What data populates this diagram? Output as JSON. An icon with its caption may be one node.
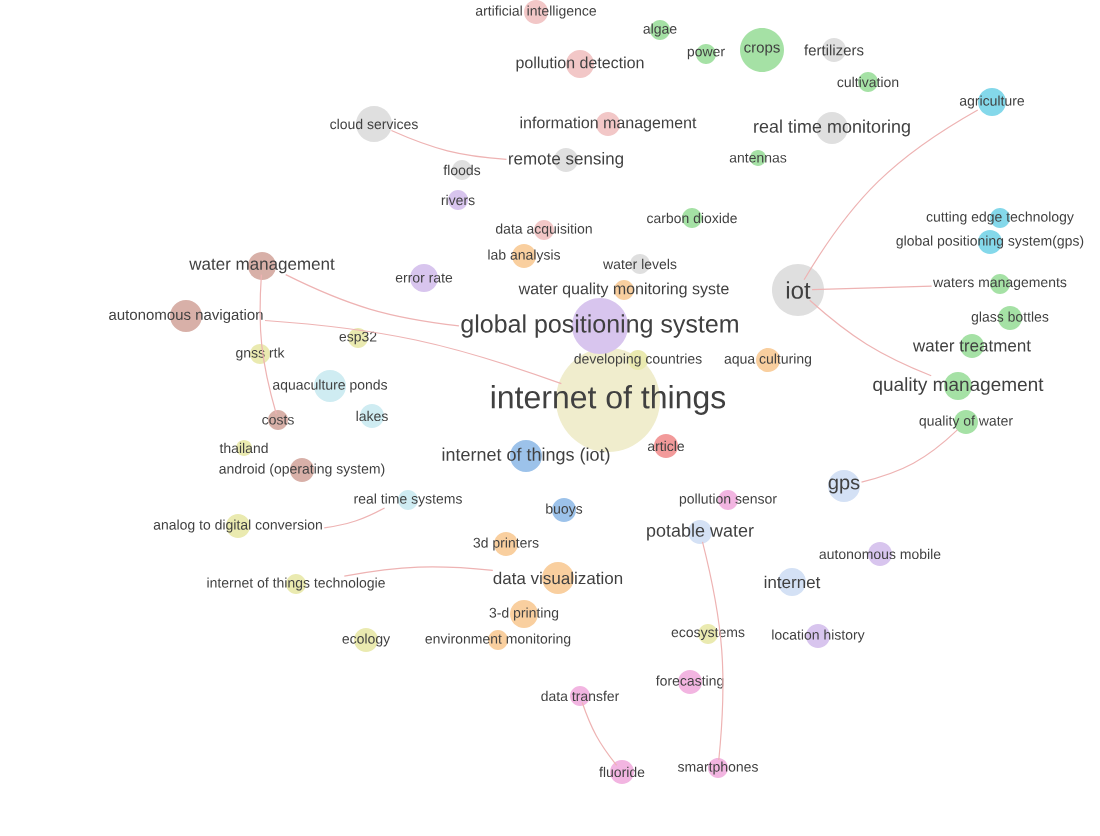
{
  "diagram": {
    "nodes": [
      {
        "text": [
          "artificial intelligence"
        ]
      },
      {
        "text": [
          "algae"
        ]
      },
      {
        "text": [
          "power"
        ]
      },
      {
        "text": [
          "crops"
        ]
      },
      {
        "text": [
          "fertilizers"
        ]
      },
      {
        "text": [
          "pollution detection"
        ]
      },
      {
        "text": [
          "cultivation"
        ]
      },
      {
        "text": [
          "agriculture"
        ]
      },
      {
        "text": [
          "cloud services"
        ]
      },
      {
        "text": [
          "information management"
        ]
      },
      {
        "text": [
          "real time monitoring"
        ]
      },
      {
        "text": [
          "remote sensing"
        ]
      },
      {
        "text": [
          "antennas"
        ]
      },
      {
        "text": [
          "floods"
        ]
      },
      {
        "text": [
          "rivers"
        ]
      },
      {
        "text": [
          "carbon dioxide"
        ]
      },
      {
        "text": [
          "cutting edge technology"
        ]
      },
      {
        "text": [
          "data acquisition"
        ]
      },
      {
        "text": [
          "global positioning system(gps)"
        ]
      },
      {
        "text": [
          "lab analysis"
        ]
      },
      {
        "text": [
          "water levels"
        ]
      },
      {
        "text": [
          "water management"
        ]
      },
      {
        "text": [
          "error rate"
        ]
      },
      {
        "text": [
          "waters managements"
        ]
      },
      {
        "text": [
          "iot"
        ]
      },
      {
        "text": [
          "water quality monitoring syste"
        ]
      },
      {
        "text": [
          "autonomous navigation"
        ]
      },
      {
        "text": [
          "glass bottles"
        ]
      },
      {
        "text": [
          "global positioning system"
        ]
      },
      {
        "text": [
          "esp32"
        ]
      },
      {
        "text": [
          "water treatment"
        ]
      },
      {
        "text": [
          "gnss rtk"
        ]
      },
      {
        "text": [
          "developing countries"
        ]
      },
      {
        "text": [
          "aqua culturing"
        ]
      },
      {
        "text": [
          "aquaculture ponds"
        ]
      },
      {
        "text": [
          "quality management"
        ]
      },
      {
        "text": [
          "internet of things"
        ]
      },
      {
        "text": [
          "lakes"
        ]
      },
      {
        "text": [
          "costs"
        ]
      },
      {
        "text": [
          "quality of water"
        ]
      },
      {
        "text": [
          "article"
        ]
      },
      {
        "text": [
          "thailand"
        ]
      },
      {
        "text": [
          "internet of things (iot)"
        ]
      },
      {
        "text": [
          "android (operating system)"
        ]
      },
      {
        "text": [
          "gps"
        ]
      },
      {
        "text": [
          "pollution sensor"
        ]
      },
      {
        "text": [
          "real time systems"
        ]
      },
      {
        "text": [
          "buoys"
        ]
      },
      {
        "text": [
          "analog to digital conversion"
        ]
      },
      {
        "text": [
          "potable water"
        ]
      },
      {
        "text": [
          "3d printers"
        ]
      },
      {
        "text": [
          "autonomous mobile"
        ]
      },
      {
        "text": [
          "data visualization"
        ]
      },
      {
        "text": [
          "internet"
        ]
      },
      {
        "text": [
          "internet of things technologie"
        ]
      },
      {
        "text": [
          "3-d printing"
        ]
      },
      {
        "text": [
          "ecosystems"
        ]
      },
      {
        "text": [
          "location history"
        ]
      },
      {
        "text": [
          "ecology"
        ]
      },
      {
        "text": [
          "environment monitoring"
        ]
      },
      {
        "text": [
          "forecasting"
        ]
      },
      {
        "text": [
          "data transfer"
        ]
      },
      {
        "text": [
          "smartphones"
        ]
      },
      {
        "text": [
          "fluoride"
        ]
      }
    ],
    "edges": [
      {
        "from": 21,
        "to": 28,
        "arrow": "none"
      },
      {
        "from": 26,
        "to": 36,
        "arrow": "none"
      },
      {
        "from": 7,
        "to": 24,
        "arrow": "none"
      },
      {
        "from": 23,
        "to": 24,
        "arrow": "none"
      },
      {
        "from": 35,
        "to": 24,
        "arrow": "none"
      },
      {
        "from": 62,
        "to": 49,
        "arrow": "none"
      },
      {
        "from": 63,
        "to": 61,
        "arrow": "none"
      },
      {
        "from": 48,
        "to": 46,
        "arrow": "none"
      },
      {
        "from": 54,
        "to": 52,
        "arrow": "none"
      },
      {
        "from": 8,
        "to": 11,
        "arrow": "none"
      },
      {
        "from": 44,
        "to": 39,
        "arrow": "none"
      },
      {
        "from": 38,
        "to": 21,
        "arrow": "none"
      }
    ]
  }
}
